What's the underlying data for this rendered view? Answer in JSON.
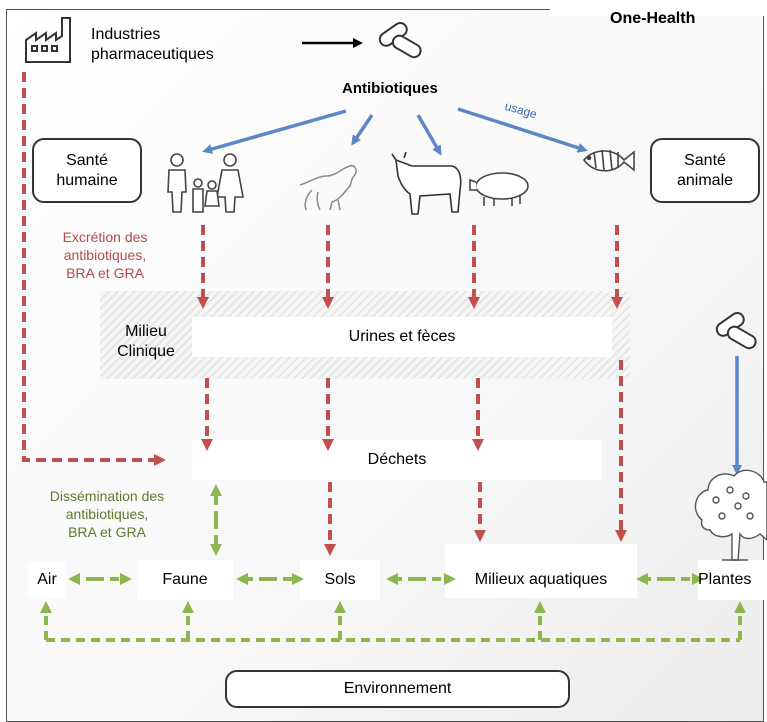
{
  "title": "One-Health",
  "industry_label": "Industries\npharmaceutiques",
  "antibiotics_label": "Antibiotiques",
  "usage_label": "usage",
  "human_health": "Santé\nhumaine",
  "animal_health": "Santé\nanimale",
  "excretion_label": "Excrétion des\nantibiotiques,\nBRA et GRA",
  "clinical_label": "Milieu\nClinique",
  "urine_label": "Urines et fèces",
  "waste_label": "Déchets",
  "dissemination_label": "Dissémination des\nantibiotiques,\nBRA et GRA",
  "env_nodes": {
    "air": "Air",
    "faune": "Faune",
    "sols": "Sols",
    "aquatic": "Milieux aquatiques",
    "plants": "Plantes"
  },
  "environment": "Environnement",
  "colors": {
    "blue_arrow": "#5b87c4",
    "red_dashed": "#c0504d",
    "green_dashed": "#8db64f"
  }
}
